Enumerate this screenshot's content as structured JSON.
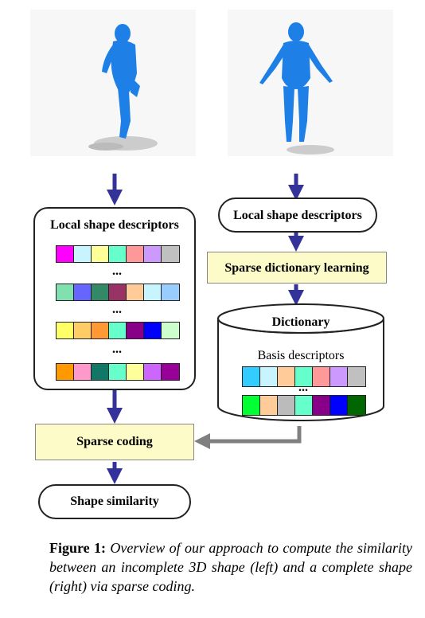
{
  "left_column": {
    "descriptor_box_title": "Local shape descriptors",
    "ellipsis": "...",
    "strips": [
      [
        "#ff00ff",
        "#c8f4ff",
        "#ffff99",
        "#66ffcc",
        "#ff9999",
        "#cc99ff",
        "#c0c0c0"
      ],
      [
        "#80e0b0",
        "#6666ff",
        "#338866",
        "#993366",
        "#ffcc99",
        "#c8f4ff",
        "#99ccff"
      ],
      [
        "#ffff66",
        "#ffcc66",
        "#ff9933",
        "#66ffcc",
        "#880088",
        "#0000ff",
        "#ccffcc"
      ],
      [
        "#ff9900",
        "#ff99cc",
        "#117766",
        "#66ffcc",
        "#ffff99",
        "#cc66ff",
        "#990099"
      ]
    ]
  },
  "right_column": {
    "descriptor_box_title": "Local shape descriptors",
    "learning_box_title": "Sparse dictionary learning",
    "dictionary_title": "Dictionary",
    "basis_title": "Basis descriptors",
    "ellipsis": "...",
    "strips": [
      [
        "#33ccff",
        "#c8f4ff",
        "#ffcc99",
        "#66ffcc",
        "#ff9999",
        "#cc99ff",
        "#c0c0c0"
      ],
      [
        "#00ff33",
        "#ffcc99",
        "#bbbbbb",
        "#66ffcc",
        "#880088",
        "#0000ff",
        "#006600"
      ]
    ]
  },
  "sparse_coding_title": "Sparse coding",
  "shape_similarity_title": "Shape similarity",
  "colors": {
    "arrow": "#333399",
    "gray_arrow": "#808080",
    "figure": "#1e7fe6",
    "yellow_fill": "#fdfbc8"
  },
  "caption": {
    "label": "Figure 1:",
    "text": "Overview of our approach to compute the similarity between an incomplete 3D shape (left) and a complete shape (right) via sparse coding."
  }
}
